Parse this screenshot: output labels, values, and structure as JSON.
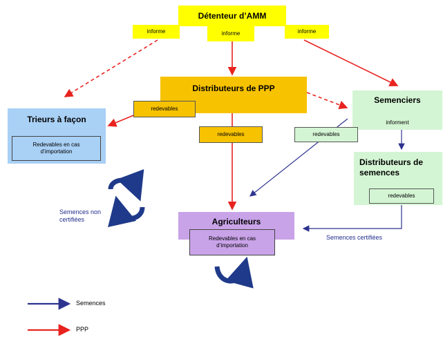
{
  "colors": {
    "amm": "#ffff00",
    "ppp": "#f7c200",
    "semenciers": "#d4f5d4",
    "trieurs": "#a9d0f5",
    "agriculteurs": "#c9a3e8",
    "red_arrow": "#e8231f",
    "blue_arrow": "#2d338f"
  },
  "nodes": {
    "amm": {
      "title": "Détenteur d’AMM",
      "tags": [
        "informe",
        "informe",
        "informe"
      ]
    },
    "ppp": {
      "title": "Distributeurs de PPP",
      "tags": [
        "redevables",
        "redevables"
      ]
    },
    "semenciers": {
      "title": "Semenciers",
      "sub": "informent"
    },
    "trieurs": {
      "title": "Trieurs à façon",
      "sub": "Redevables en cas d’importation"
    },
    "dist_semences": {
      "title": "Distributeurs de semences",
      "sub": "redevables"
    },
    "agriculteurs": {
      "title": "Agriculteurs",
      "sub": "Redevables en cas d’importation"
    },
    "semenciers_tag": "redevables"
  },
  "labels": {
    "semences_non_certifiees": "Semences non certifiées",
    "semences_certifiees": "Semences certifiées"
  },
  "legend": {
    "blue": "Semences",
    "red": "PPP"
  }
}
